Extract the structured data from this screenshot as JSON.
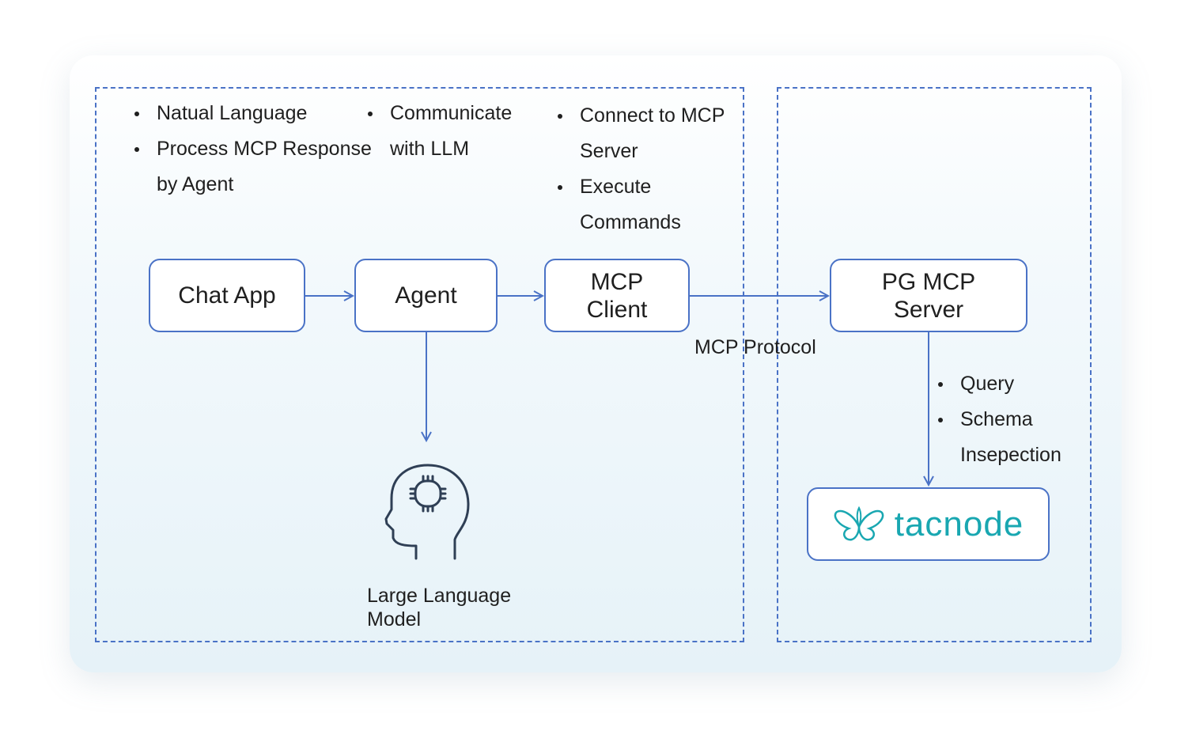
{
  "diagram": {
    "nodes": {
      "chat_app": "Chat App",
      "agent": "Agent",
      "mcp_client": "MCP\nClient",
      "pg_mcp_server": "PG MCP\nServer",
      "tacnode_logo": "tacnode"
    },
    "annotations": {
      "chat_app": [
        "Natual Language",
        "Process MCP Response by Agent"
      ],
      "agent": [
        "Communicate with LLM"
      ],
      "mcp_client": [
        "Connect to MCP Server",
        "Execute Commands"
      ],
      "pg_mcp_server": [
        "Query",
        "Schema Insepection"
      ]
    },
    "labels": {
      "protocol": "MCP Protocol",
      "llm": "Large Language\nModel"
    },
    "edges": [
      {
        "from": "chat_app",
        "to": "agent"
      },
      {
        "from": "agent",
        "to": "mcp_client"
      },
      {
        "from": "mcp_client",
        "to": "pg_mcp_server",
        "label": "MCP Protocol"
      },
      {
        "from": "agent",
        "to": "large_language_model"
      },
      {
        "from": "pg_mcp_server",
        "to": "tacnode"
      }
    ],
    "colors": {
      "line": "#4a72c6",
      "logo": "#19a7b1",
      "icon": "#2f3f55"
    },
    "icons": {
      "llm": "brain-chip-head-icon",
      "logo": "tacnode-butterfly-logo"
    }
  }
}
